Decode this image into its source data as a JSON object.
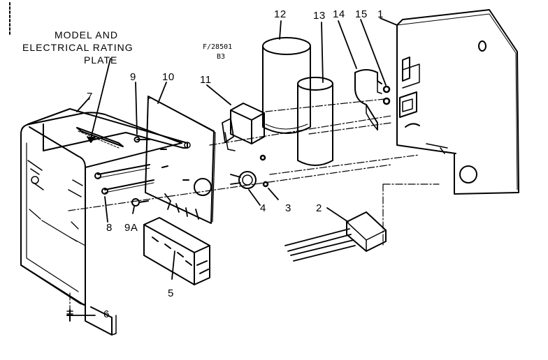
{
  "title_block": {
    "line1": "MODEL AND",
    "line2": "ELECTRICAL RATING",
    "line3": "PLATE"
  },
  "drawing_code": {
    "line1": "F/28501",
    "line2": "B3"
  },
  "callouts": {
    "c1": "1",
    "c2": "2",
    "c3": "3",
    "c4": "4",
    "c5": "5",
    "c6": "6",
    "c7": "7",
    "c8": "8",
    "c9": "9",
    "c9a": "9A",
    "c10": "10",
    "c11": "11",
    "c12": "12",
    "c13": "13",
    "c14": "14",
    "c15": "15"
  },
  "colors": {
    "ink": "#000000",
    "paper": "#ffffff"
  }
}
